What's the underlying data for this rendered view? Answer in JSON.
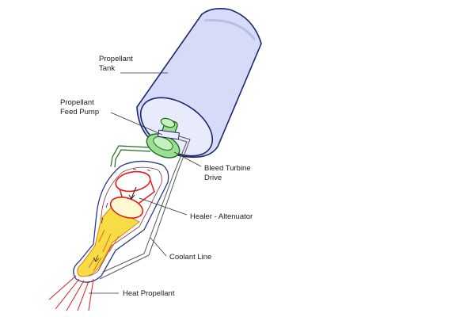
{
  "labels": {
    "tank_line1": "Propellant",
    "tank_line2": "Tank",
    "pump_line1": "Propellant",
    "pump_line2": "Feed Pump",
    "turbine_line1": "Bleed Turbine",
    "turbine_line2": "Drive",
    "heater": "Healer - Altenuator",
    "coolant": "Coolant Line",
    "heat": "Heat Propellant"
  },
  "colors": {
    "tank_fill": "#d6dcf7",
    "tank_stroke": "#1c2470",
    "pump_fill": "#9adf93",
    "pump_stroke": "#1e6b1e",
    "flame": "#f7dd45",
    "flame_edge": "#e87a1a",
    "heater_red": "#e01e1e",
    "chamber_stroke": "#2a3a8a",
    "exhaust": "#d42020"
  }
}
